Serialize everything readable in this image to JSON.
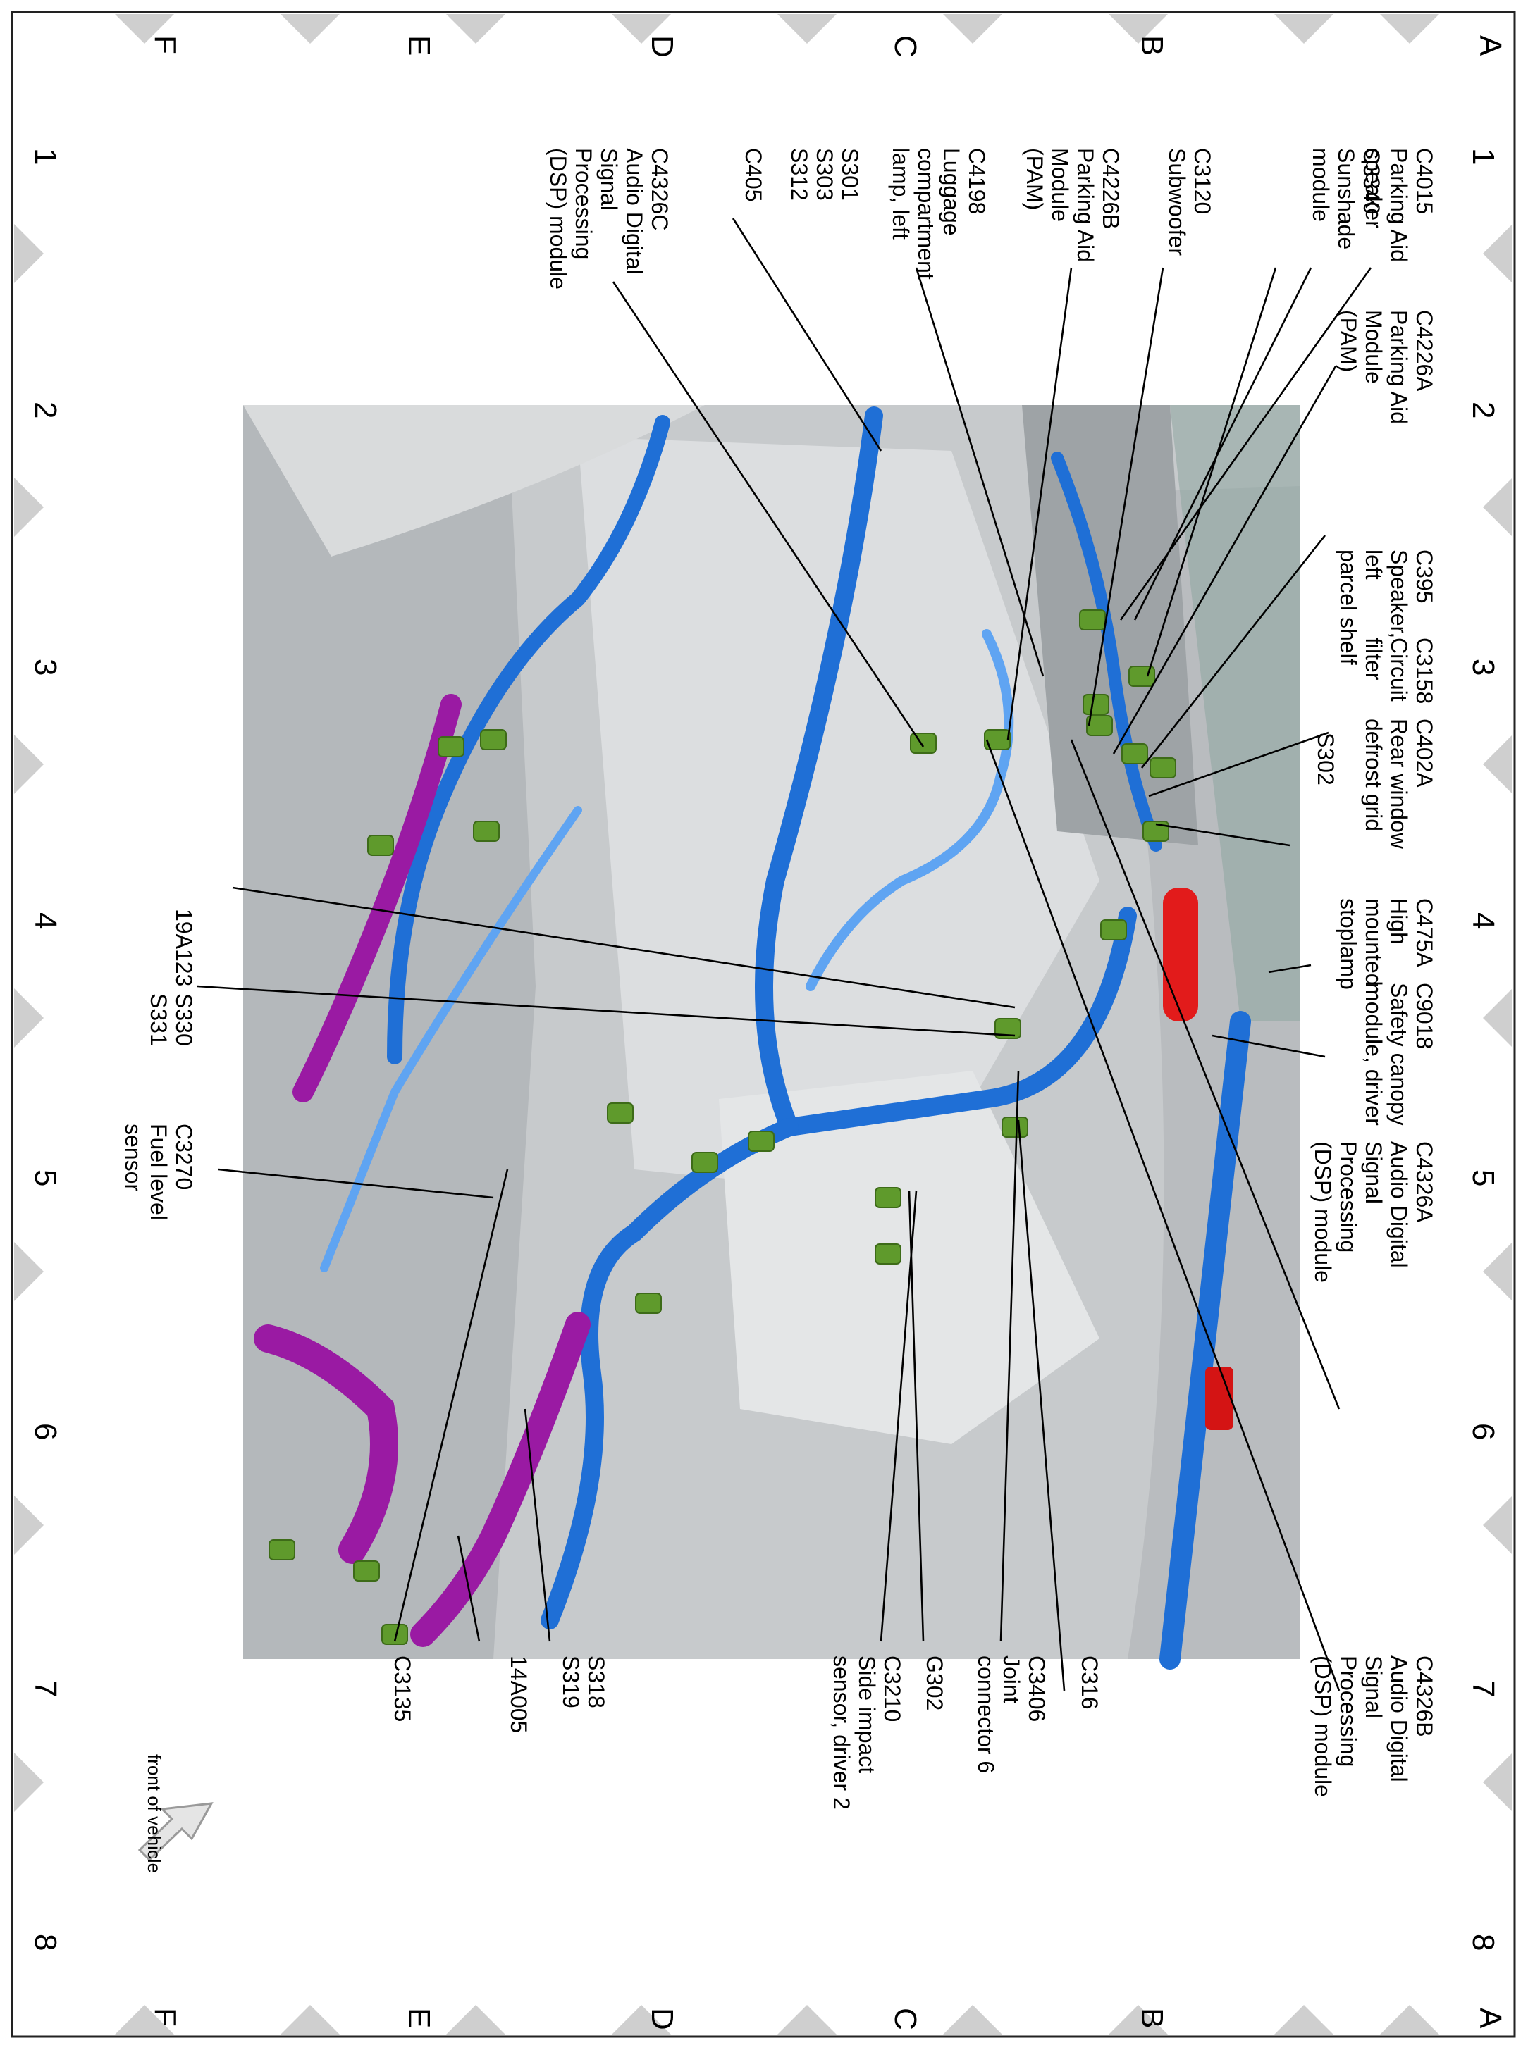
{
  "grid": {
    "rows": [
      "A",
      "B",
      "C",
      "D",
      "E",
      "F"
    ],
    "columns": [
      "1",
      "2",
      "3",
      "4",
      "5",
      "6",
      "7",
      "8"
    ]
  },
  "callouts": {
    "c4015": [
      "C4015",
      "Parking Aid",
      "speaker"
    ],
    "c3340": [
      "C3340",
      "Sunshade",
      "module"
    ],
    "c3120": [
      "C3120",
      "Subwoofer"
    ],
    "c4226b": [
      "C4226B",
      "Parking Aid",
      "Module",
      "(PAM)"
    ],
    "c4198": [
      "C4198",
      "Luggage",
      "compartment",
      "lamp, left"
    ],
    "s301": [
      "S301",
      "S303",
      "S312"
    ],
    "c405": [
      "C405"
    ],
    "c4326c": [
      "C4326C",
      "Audio Digital",
      "Signal",
      "Processing",
      "(DSP) module"
    ],
    "c4226a": [
      "C4226A",
      "Parking Aid",
      "Module",
      "(PAM)"
    ],
    "c395": [
      "C395",
      "Speaker,",
      "left",
      "parcel shelf"
    ],
    "c3158": [
      "C3158",
      "Circuit",
      "filter"
    ],
    "c402a": [
      "C402A",
      "Rear window",
      "defrost grid"
    ],
    "s302": [
      "S302"
    ],
    "c475a": [
      "C475A",
      "High",
      "mounted",
      "stoplamp"
    ],
    "c9018": [
      "C9018",
      "Safety canopy",
      "module, driver"
    ],
    "c4326a": [
      "C4326A",
      "Audio Digital",
      "Signal",
      "Processing",
      "(DSP) module"
    ],
    "c4326b": [
      "C4326B",
      "Audio Digital",
      "Signal",
      "Processing",
      "(DSP) module"
    ],
    "c316": [
      "C316"
    ],
    "c3406": [
      "C3406",
      "Joint",
      "connector 6"
    ],
    "g302": [
      "G302"
    ],
    "c3210": [
      "C3210",
      "Side impact",
      "sensor, driver 2"
    ],
    "s318": [
      "S318",
      "S319"
    ],
    "p14a005": [
      "14A005"
    ],
    "c3135": [
      "C3135"
    ],
    "p19a123": [
      "19A123"
    ],
    "s330": [
      "S330",
      "S331"
    ],
    "c3270": [
      "C3270",
      "Fuel level",
      "sensor"
    ]
  },
  "front_indicator": "front of vehicle",
  "colors": {
    "harness": "#1f6fd6",
    "harness_light": "#5fa4f2",
    "harness_pink": "#9a1aa3",
    "component_red": "#e21b1b",
    "connector_green": "#5f9a2c",
    "body_gray": "#bfc3c6",
    "marker_gray": "#cfcfcf"
  }
}
